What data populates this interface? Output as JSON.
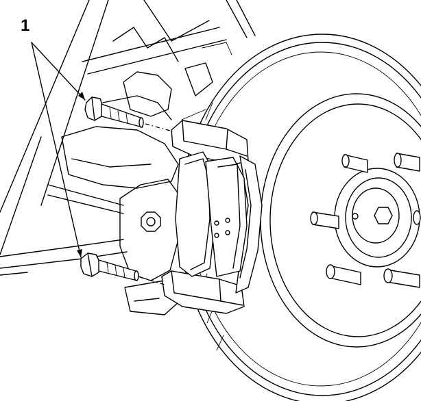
{
  "figure": {
    "callout_label": "1",
    "callout_targets": [
      "upper-caliper-guide-pin-bolt",
      "lower-caliper-guide-pin-bolt"
    ],
    "components": [
      "brake-rotor",
      "wheel-hub",
      "wheel-studs",
      "brake-caliper-bracket",
      "brake-pads",
      "caliper-guide-pin-bolts",
      "knuckle",
      "suspension-arm"
    ]
  },
  "colors": {
    "line": "#000000",
    "background": "#ffffff"
  }
}
